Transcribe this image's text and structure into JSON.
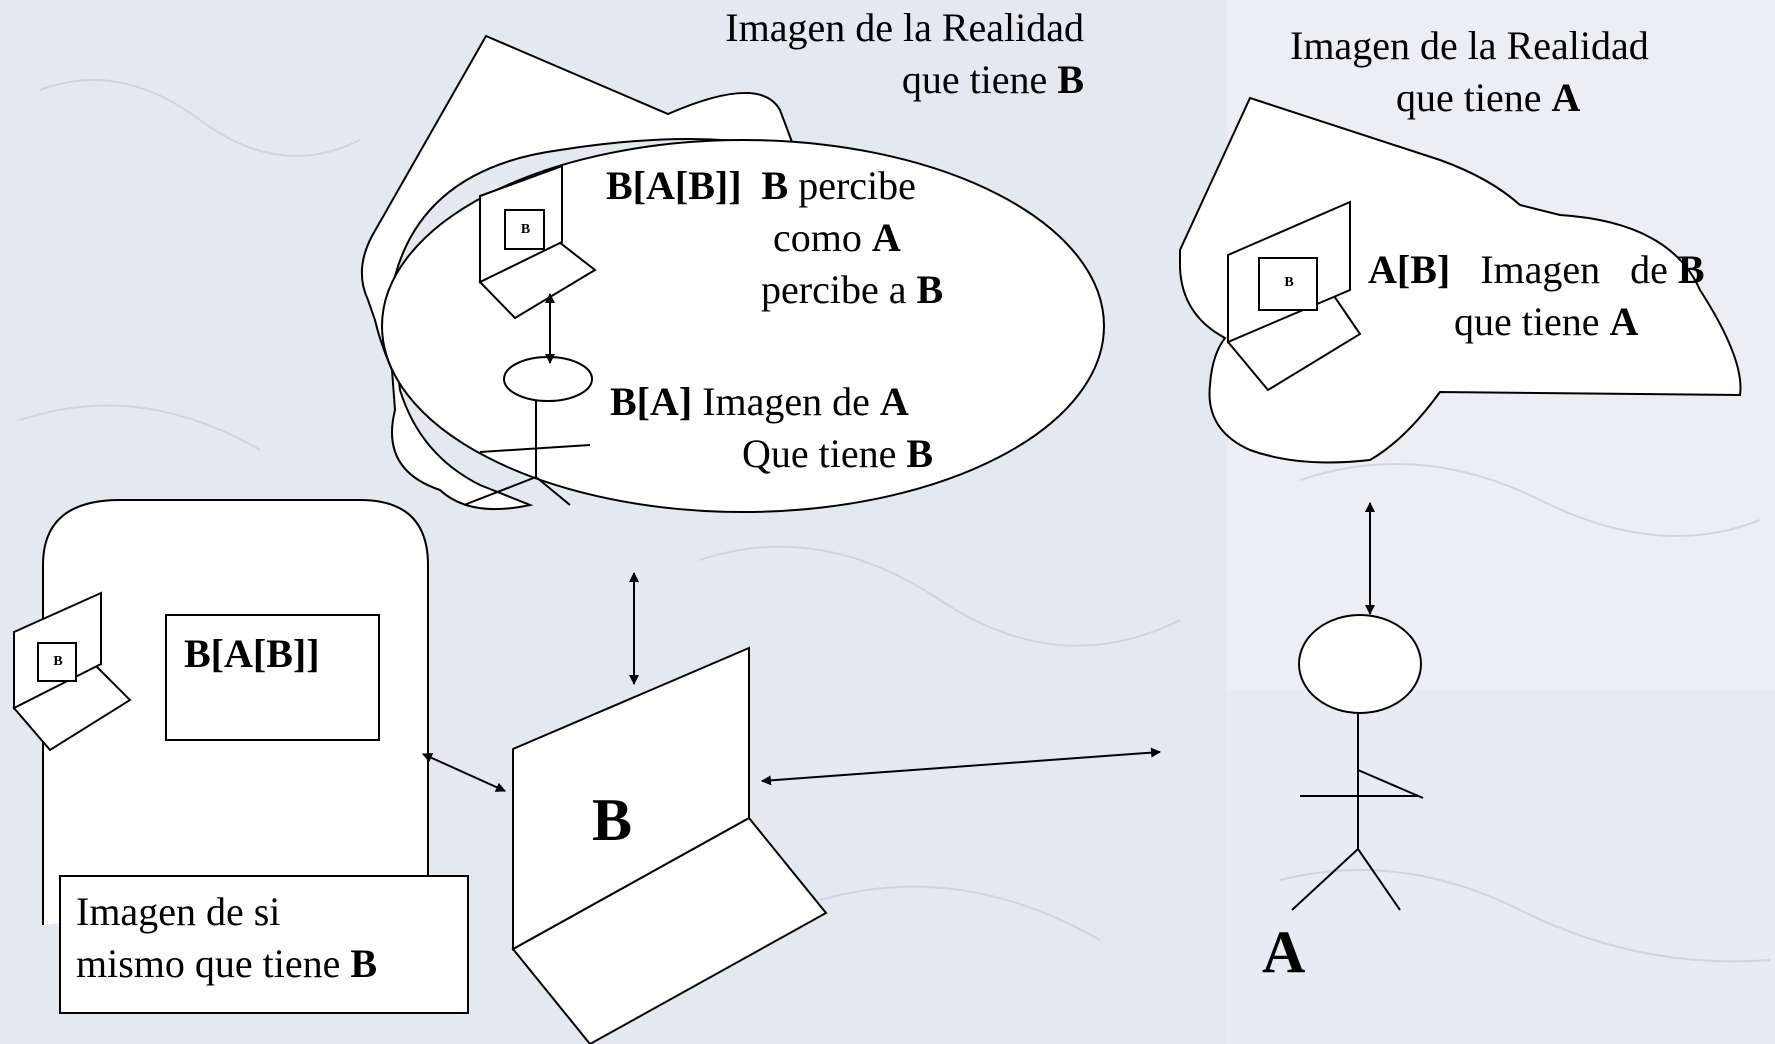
{
  "colors": {
    "background_left": "#e4e8ef",
    "background_right": "#eceef3",
    "stroke": "#000000",
    "fill": "#ffffff"
  },
  "labels": {
    "reality_b": {
      "line1": "Imagen de la Realidad",
      "line2_pre": "que tiene ",
      "line2_bold": "B"
    },
    "reality_a": {
      "line1": "Imagen de la Realidad",
      "line2_pre": "que tiene ",
      "line2_bold": "A"
    },
    "babb": {
      "code": "B[A[B]]",
      "b1": "B",
      "t1": " percibe",
      "t2": "como ",
      "b2": "A",
      "t3": "percibe a ",
      "b3": "B"
    },
    "ba": {
      "code": "B[A]",
      "t1": " Imagen  de  ",
      "b1": "A",
      "t2": "Que tiene ",
      "b2": "B"
    },
    "ab": {
      "code": "A[B]",
      "t1": "   Imagen   de ",
      "b1": "B",
      "t2": "que tiene ",
      "b2": "A"
    },
    "self_box_code": "B[A[B]]",
    "self_image": {
      "line1": "Imagen de si",
      "line2_pre": "mismo que tiene ",
      "line2_bold": "B"
    },
    "computer_b": "B",
    "person_a": "A",
    "mini_b": "B"
  },
  "icons": [
    "computer-icon",
    "stick-figure-icon",
    "double-arrow-icon",
    "cloud-shape",
    "ellipse-shape"
  ]
}
